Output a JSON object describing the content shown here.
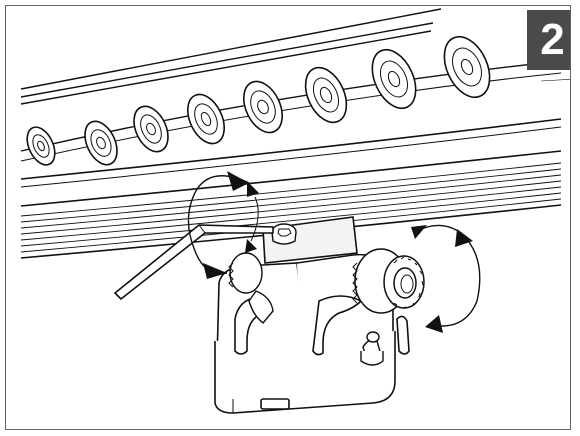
{
  "step": {
    "number": "2",
    "badge_bg": "#4a4a4a",
    "badge_fg": "#ffffff"
  },
  "drawing": {
    "line_color": "#111111",
    "fill_color": "#ffffff",
    "light_fill": "#f3f3f3",
    "icons": [
      "led-bar-fixture",
      "mounting-bracket",
      "hex-key",
      "rotation-arrow-left",
      "rotation-arrow-right",
      "adjustment-knob",
      "locking-bolt"
    ]
  }
}
